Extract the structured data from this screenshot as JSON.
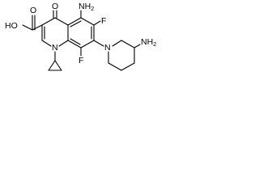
{
  "atoms": {
    "oh": "HO",
    "carbonyl_o": "O",
    "keto_o": "O",
    "amino_top_n": "NH",
    "amino_top_sub": "2",
    "fluoro_upper": "F",
    "fluoro_lower": "F",
    "ring_n": "N",
    "piperidine_n": "N",
    "amino_right_n": "NH",
    "amino_right_sub": "2"
  },
  "colors": {
    "bond": "#000000",
    "text": "#000000",
    "background": "#ffffff"
  }
}
